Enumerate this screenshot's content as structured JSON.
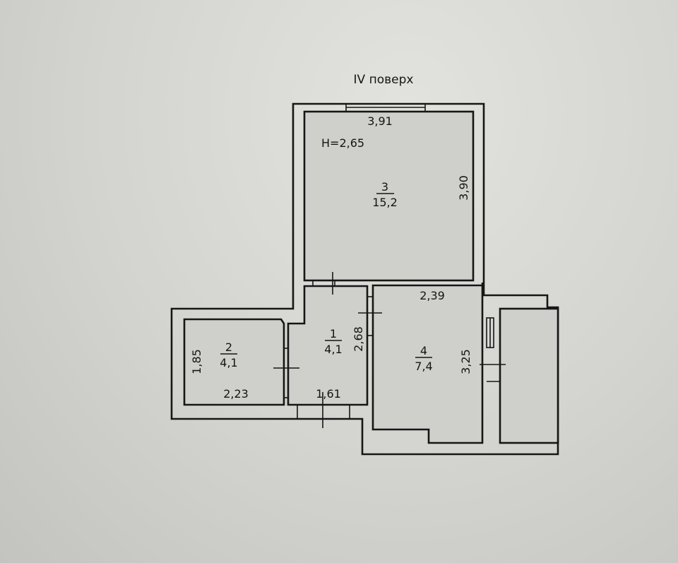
{
  "title": "IV поверх",
  "ceiling_height": "H=2,65",
  "rooms": [
    {
      "number": "1",
      "area": "4,1",
      "dim_vertical": "2,68",
      "dim_horizontal": "1,61"
    },
    {
      "number": "2",
      "area": "4,1",
      "dim_vertical": "1,85",
      "dim_horizontal": "2,23"
    },
    {
      "number": "3",
      "area": "15,2",
      "dim_vertical": "3,90",
      "dim_horizontal": "3,91"
    },
    {
      "number": "4",
      "area": "7,4",
      "dim_vertical": "3,25",
      "dim_horizontal": "2,39"
    }
  ]
}
